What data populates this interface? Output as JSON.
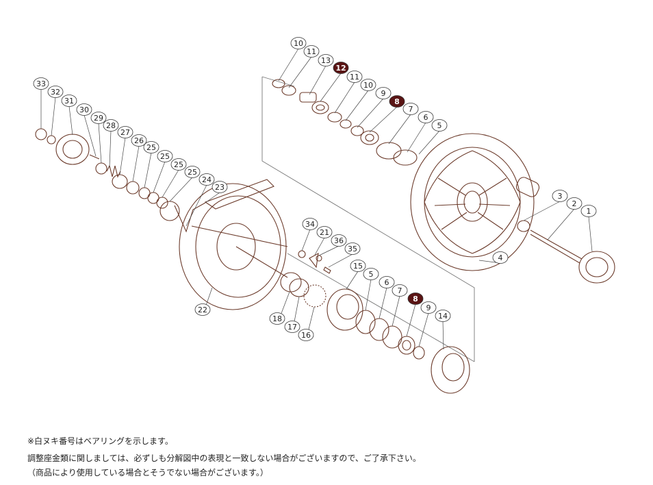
{
  "callouts": [
    {
      "label": "10",
      "filled": false
    },
    {
      "label": "11",
      "filled": false
    },
    {
      "label": "13",
      "filled": false
    },
    {
      "label": "12",
      "filled": true
    },
    {
      "label": "11",
      "filled": false
    },
    {
      "label": "10",
      "filled": false
    },
    {
      "label": "9",
      "filled": false
    },
    {
      "label": "8",
      "filled": true
    },
    {
      "label": "7",
      "filled": false
    },
    {
      "label": "6",
      "filled": false
    },
    {
      "label": "5",
      "filled": false
    },
    {
      "label": "33",
      "filled": false
    },
    {
      "label": "32",
      "filled": false
    },
    {
      "label": "31",
      "filled": false
    },
    {
      "label": "30",
      "filled": false
    },
    {
      "label": "29",
      "filled": false
    },
    {
      "label": "28",
      "filled": false
    },
    {
      "label": "27",
      "filled": false
    },
    {
      "label": "26",
      "filled": false
    },
    {
      "label": "25",
      "filled": false
    },
    {
      "label": "25",
      "filled": false
    },
    {
      "label": "25",
      "filled": false
    },
    {
      "label": "25",
      "filled": false
    },
    {
      "label": "24",
      "filled": false
    },
    {
      "label": "23",
      "filled": false
    },
    {
      "label": "22",
      "filled": false
    },
    {
      "label": "34",
      "filled": false
    },
    {
      "label": "21",
      "filled": false
    },
    {
      "label": "36",
      "filled": false
    },
    {
      "label": "35",
      "filled": false
    },
    {
      "label": "15",
      "filled": false
    },
    {
      "label": "5",
      "filled": false
    },
    {
      "label": "6",
      "filled": false
    },
    {
      "label": "7",
      "filled": false
    },
    {
      "label": "8",
      "filled": true
    },
    {
      "label": "9",
      "filled": false
    },
    {
      "label": "14",
      "filled": false
    },
    {
      "label": "18",
      "filled": false
    },
    {
      "label": "17",
      "filled": false
    },
    {
      "label": "16",
      "filled": false
    },
    {
      "label": "3",
      "filled": false
    },
    {
      "label": "2",
      "filled": false
    },
    {
      "label": "1",
      "filled": false
    },
    {
      "label": "4",
      "filled": false
    }
  ],
  "notes": {
    "line1": "※白ヌキ番号はベアリングを示します。",
    "line2": "調整座金類に関しましては、必ずしも分解図中の表現と一致しない場合がございますので、ご了承下さい。",
    "line3": "（商品により使用している場合とそうでない場合がございます。）"
  },
  "colors": {
    "line": "#6b3a2a",
    "filled_bubble": "#5a1414",
    "bubble_text": "#222222"
  }
}
